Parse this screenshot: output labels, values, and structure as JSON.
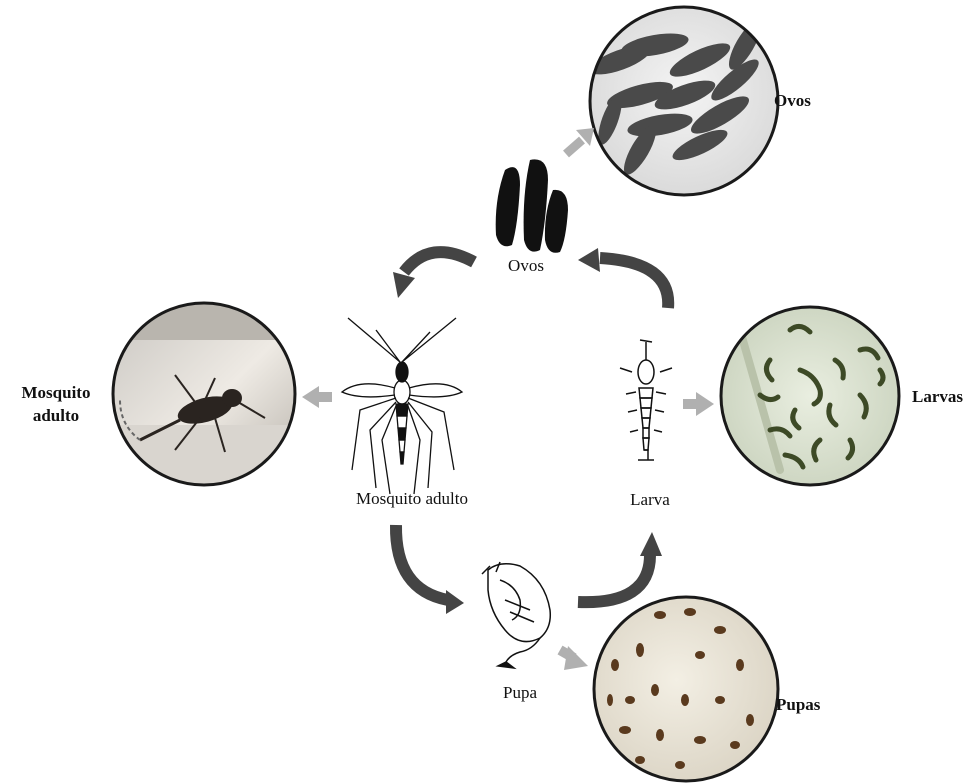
{
  "diagram": {
    "center_labels": {
      "eggs": "Ovos",
      "adult": "Mosquito adulto",
      "larva": "Larva",
      "pupa": "Pupa"
    },
    "photo_labels": {
      "eggs": "Ovos",
      "larvae": "Larvas",
      "pupae": "Pupas",
      "adult_line1": "Mosquito",
      "adult_line2": "adulto"
    },
    "colors": {
      "cycle_arrow": "#444444",
      "pointer_arrow": "#b0b0b0",
      "photo_border": "#1a1a1a",
      "drawing": "#111111"
    }
  }
}
